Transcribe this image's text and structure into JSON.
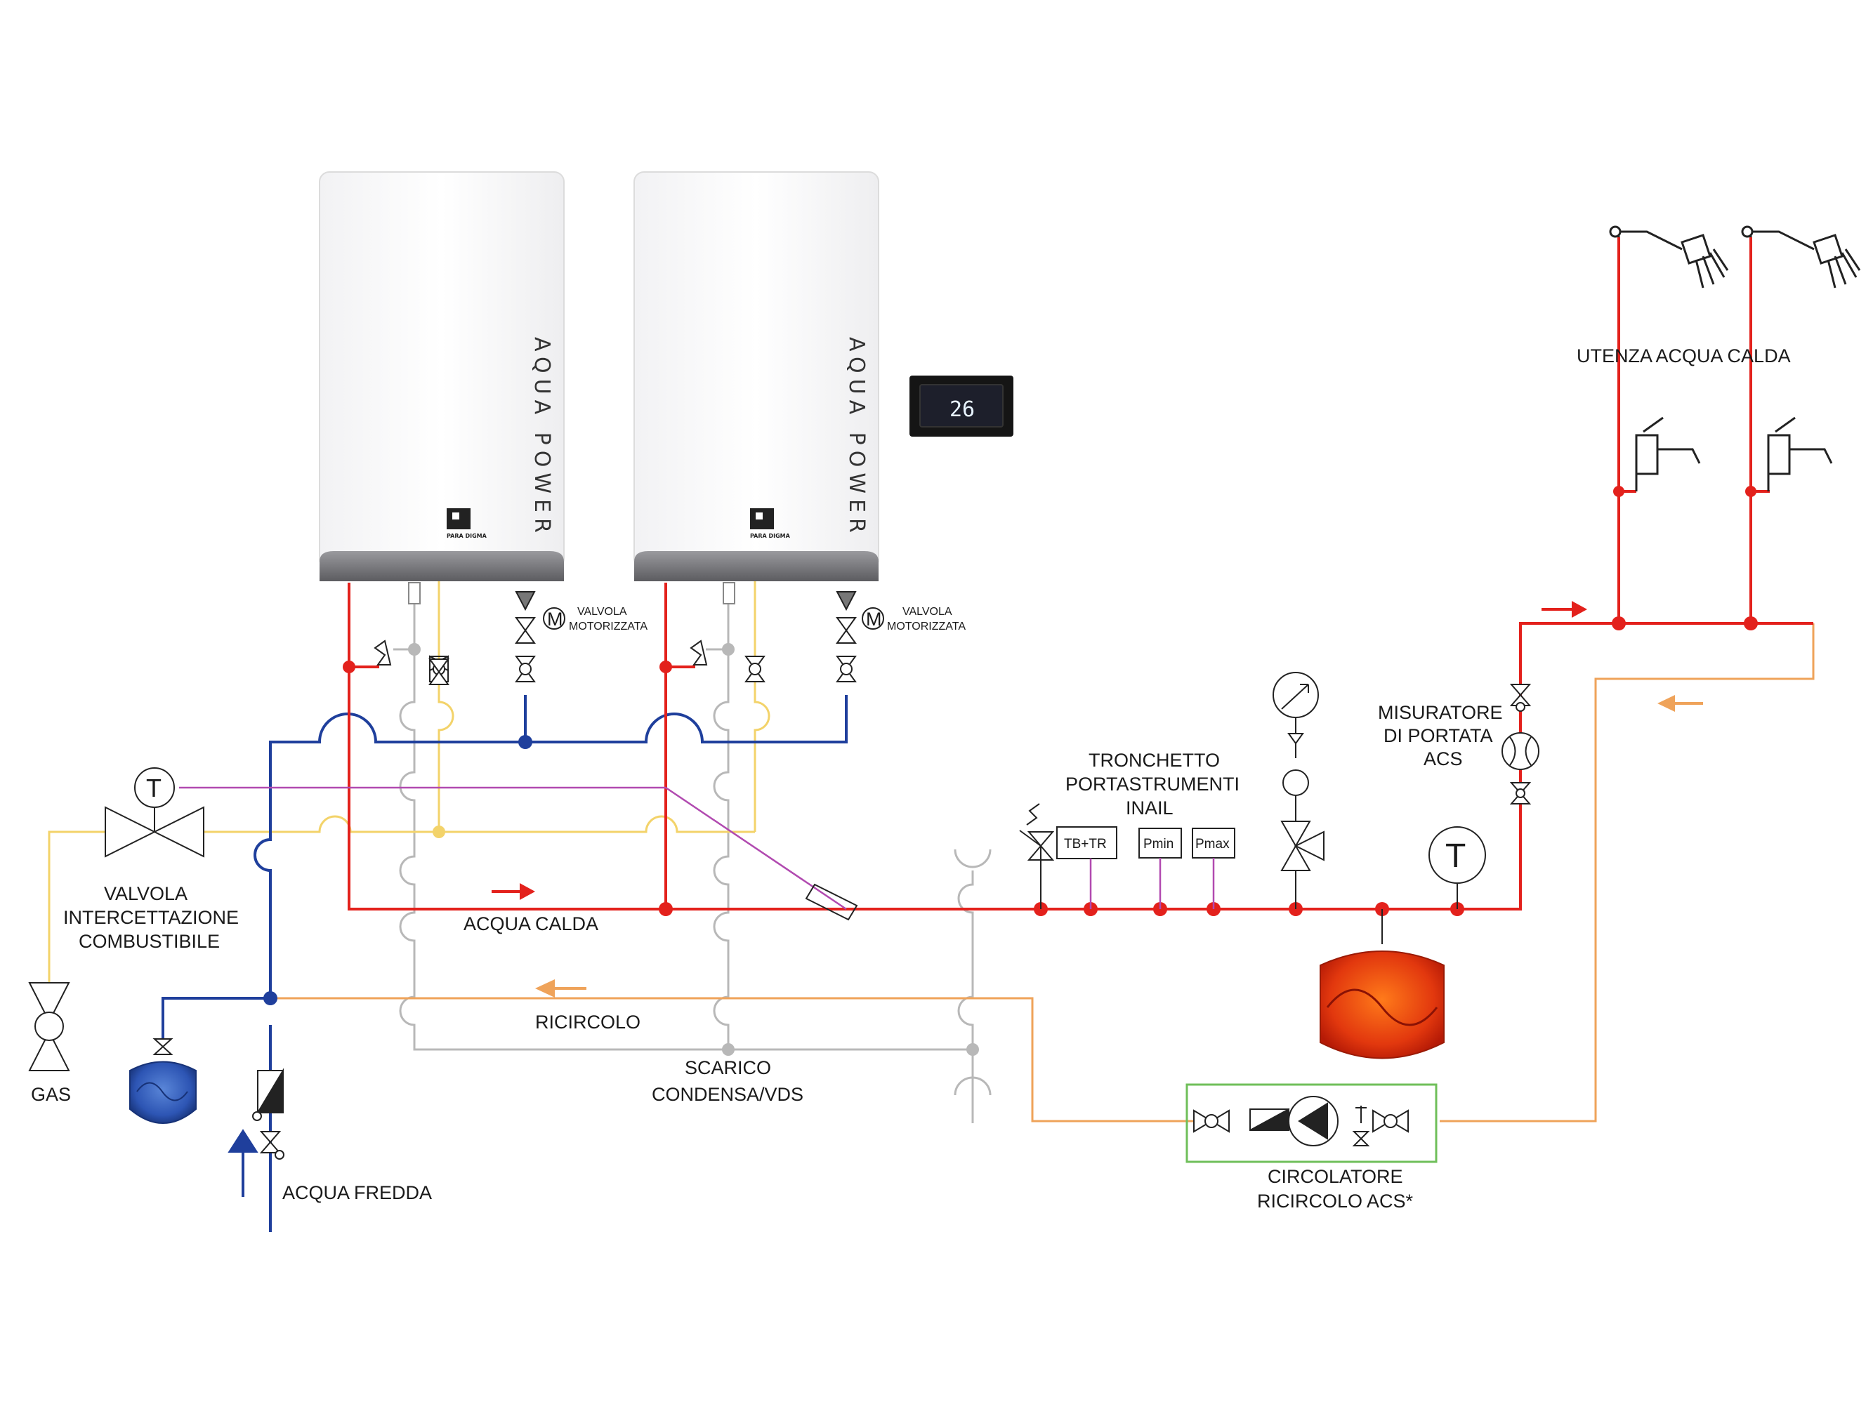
{
  "colors": {
    "hot": "#e3211c",
    "cold": "#1f3f9c",
    "gas": "#f3d36a",
    "recirc": "#efa35a",
    "drain": "#b8b8b8",
    "pink": "#b14ab0",
    "green": "#6fbf5a"
  },
  "boilers": {
    "brand_text": "AQUA POWER",
    "logo_text": "PARA DIGMA"
  },
  "display": {
    "value": "26"
  },
  "labels": {
    "valvola_motorizzata_1a": "VALVOLA",
    "valvola_motorizzata_1b": "MOTORIZZATA",
    "valvola_motorizzata_2a": "VALVOLA",
    "valvola_motorizzata_2b": "MOTORIZZATA",
    "motor_symbol_1": "M",
    "motor_symbol_2": "M",
    "utenza": "UTENZA ACQUA CALDA",
    "misuratore_1": "MISURATORE",
    "misuratore_2": "DI PORTATA",
    "misuratore_3": "ACS",
    "tronchetto_1": "TRONCHETTO",
    "tronchetto_2": "PORTASTRUMENTI",
    "tronchetto_3": "INAIL",
    "tb_tr": "TB+TR",
    "pmin": "Pmin",
    "pmax": "Pmax",
    "temp_symbol_left": "T",
    "temp_symbol_right": "T",
    "valvola_comb_1": "VALVOLA",
    "valvola_comb_2": "INTERCETTAZIONE",
    "valvola_comb_3": "COMBUSTIBILE",
    "acqua_calda": "ACQUA CALDA",
    "ricircolo": "RICIRCOLO",
    "gas": "GAS",
    "scarico_1": "SCARICO",
    "scarico_2": "CONDENSA/VDS",
    "acqua_fredda": "ACQUA FREDDA",
    "circolatore_1": "CIRCOLATORE",
    "circolatore_2": "RICIRCOLO ACS*"
  }
}
